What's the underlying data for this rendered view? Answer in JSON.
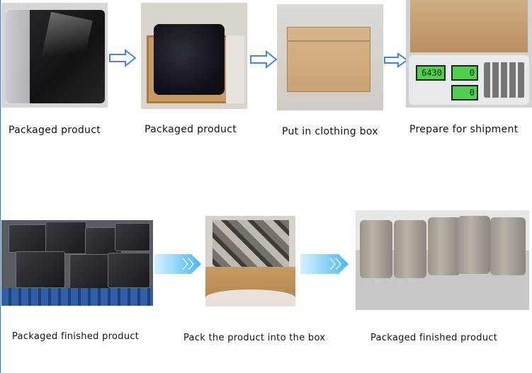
{
  "steps_row1": [
    {
      "caption": "Packaged product"
    },
    {
      "caption": "Packaged product"
    },
    {
      "caption": "Put in clothing box"
    },
    {
      "caption": "Prepare for shipment"
    }
  ],
  "steps_row2": [
    {
      "caption": "Packaged finished product"
    },
    {
      "caption": "Pack the product into the box"
    },
    {
      "caption": "Packaged finished product"
    }
  ],
  "scale_display": {
    "weight": "6430",
    "price": "0",
    "total": "0"
  },
  "colors": {
    "arrow_outline": "#4a86d6",
    "arrow_gradient_start": "#d6f1ff",
    "arrow_gradient_end": "#49b8f2"
  }
}
